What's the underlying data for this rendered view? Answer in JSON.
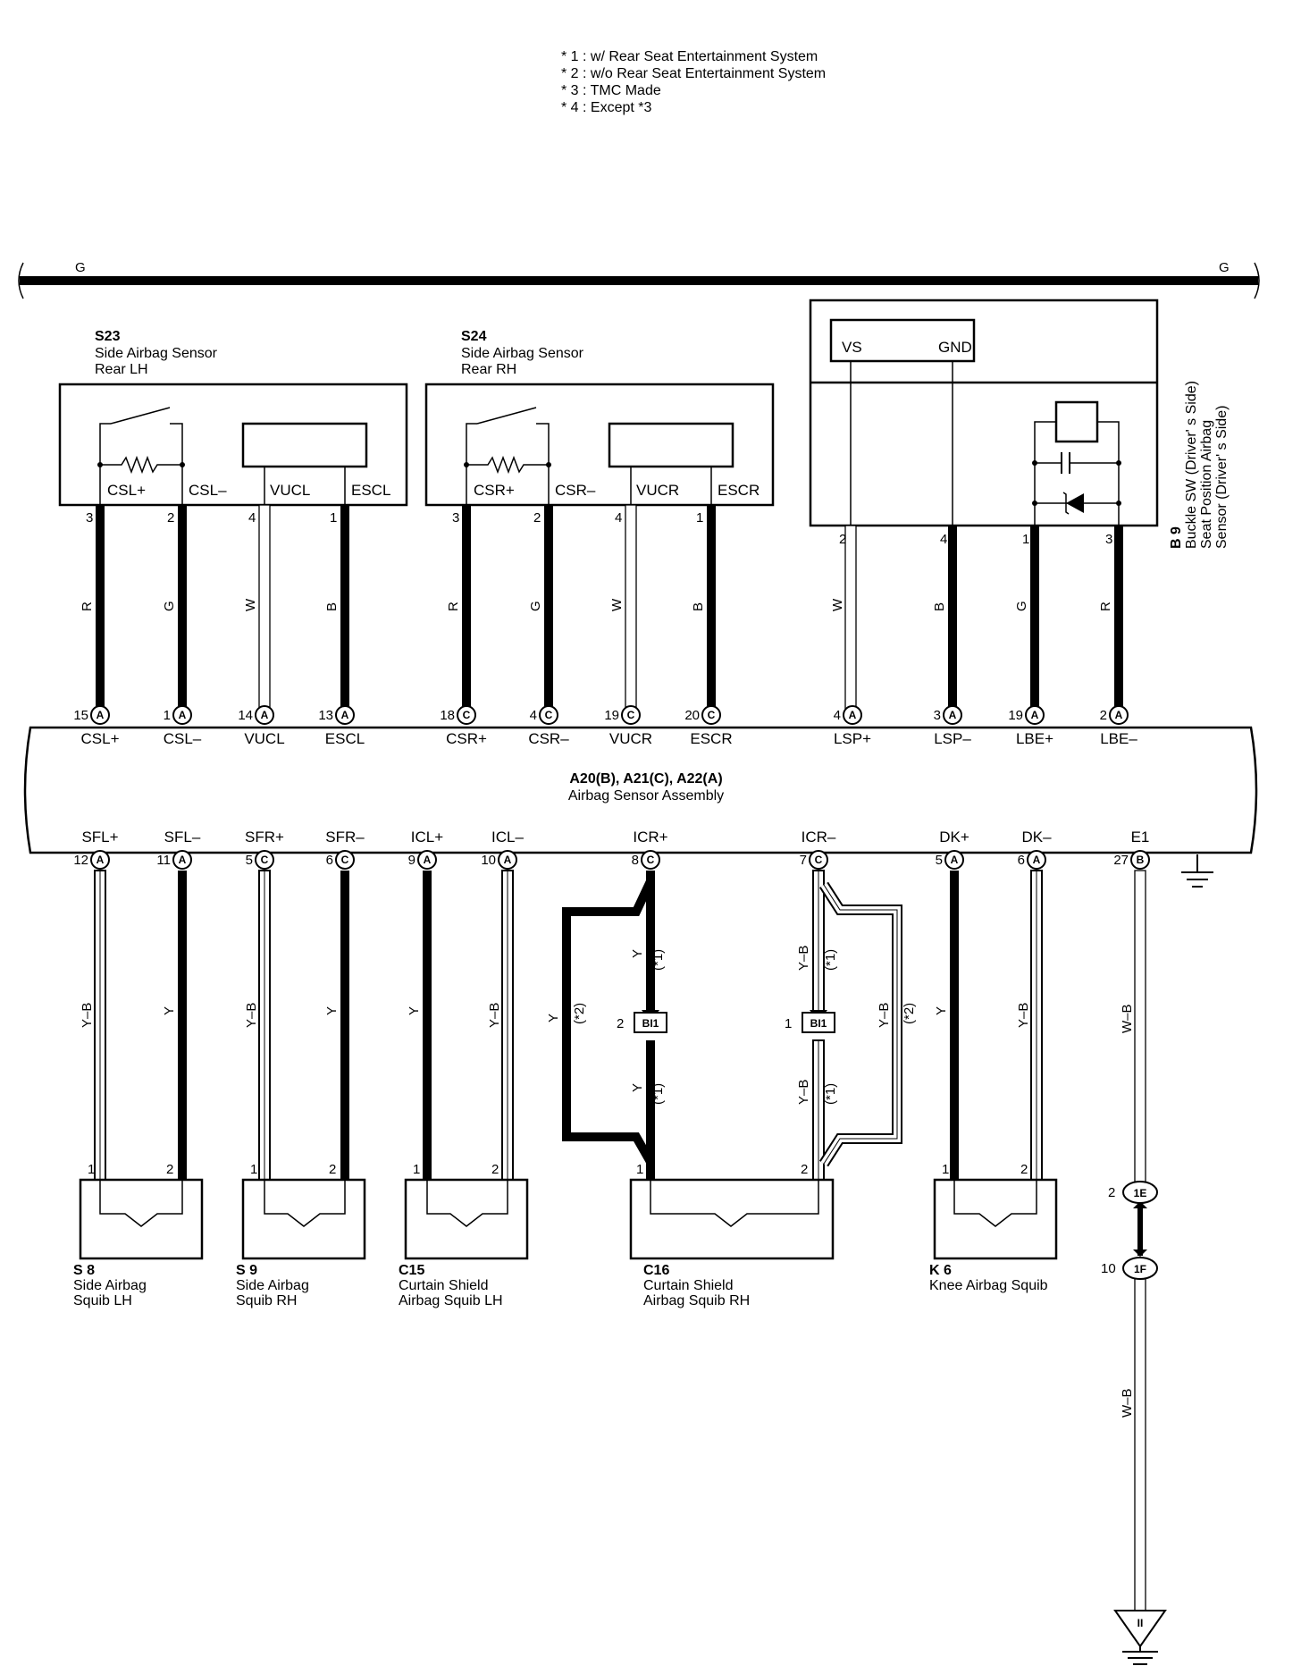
{
  "notes": [
    "* 1 : w/ Rear Seat Entertainment System",
    "* 2 : w/o Rear Seat Entertainment System",
    "* 3 : TMC Made",
    "* 4 : Except *3"
  ],
  "bus": {
    "left_label": "G",
    "right_label": "G"
  },
  "sensors": {
    "s23": {
      "code": "S23",
      "line1": "Side Airbag Sensor",
      "line2": "Rear LH",
      "pins": [
        "CSL+",
        "CSL–",
        "VUCL",
        "ESCL"
      ],
      "pin_numbers": [
        "3",
        "2",
        "4",
        "1"
      ],
      "wire_colors": [
        "R",
        "G",
        "W",
        "B"
      ]
    },
    "s24": {
      "code": "S24",
      "line1": "Side Airbag Sensor",
      "line2": "Rear RH",
      "pins": [
        "CSR+",
        "CSR–",
        "VUCR",
        "ESCR"
      ],
      "pin_numbers": [
        "3",
        "2",
        "4",
        "1"
      ],
      "wire_colors": [
        "R",
        "G",
        "W",
        "B"
      ]
    },
    "b9": {
      "code": "B 9",
      "line1": "Buckle SW (Driver' s Side)",
      "line2": "Seat Position Airbag",
      "line3": "Sensor (Driver' s Side)",
      "vs": "VS",
      "gnd": "GND",
      "pin_numbers": [
        "2",
        "4",
        "1",
        "3"
      ],
      "wire_colors": [
        "W",
        "B",
        "G",
        "R"
      ]
    }
  },
  "assembly": {
    "title": "A20(B), A21(C), A22(A)",
    "subtitle": "Airbag Sensor Assembly",
    "top_pins": [
      {
        "num": "15",
        "conn": "A",
        "label": "CSL+"
      },
      {
        "num": "1",
        "conn": "A",
        "label": "CSL–"
      },
      {
        "num": "14",
        "conn": "A",
        "label": "VUCL"
      },
      {
        "num": "13",
        "conn": "A",
        "label": "ESCL"
      },
      {
        "num": "18",
        "conn": "C",
        "label": "CSR+"
      },
      {
        "num": "4",
        "conn": "C",
        "label": "CSR–"
      },
      {
        "num": "19",
        "conn": "C",
        "label": "VUCR"
      },
      {
        "num": "20",
        "conn": "C",
        "label": "ESCR"
      },
      {
        "num": "4",
        "conn": "A",
        "label": "LSP+"
      },
      {
        "num": "3",
        "conn": "A",
        "label": "LSP–"
      },
      {
        "num": "19",
        "conn": "A",
        "label": "LBE+"
      },
      {
        "num": "2",
        "conn": "A",
        "label": "LBE–"
      }
    ],
    "bottom_pins": [
      {
        "num": "12",
        "conn": "A",
        "label": "SFL+"
      },
      {
        "num": "11",
        "conn": "A",
        "label": "SFL–"
      },
      {
        "num": "5",
        "conn": "C",
        "label": "SFR+"
      },
      {
        "num": "6",
        "conn": "C",
        "label": "SFR–"
      },
      {
        "num": "9",
        "conn": "A",
        "label": "ICL+"
      },
      {
        "num": "10",
        "conn": "A",
        "label": "ICL–"
      },
      {
        "num": "8",
        "conn": "C",
        "label": "ICR+"
      },
      {
        "num": "7",
        "conn": "C",
        "label": "ICR–"
      },
      {
        "num": "5",
        "conn": "A",
        "label": "DK+"
      },
      {
        "num": "6",
        "conn": "A",
        "label": "DK–"
      },
      {
        "num": "27",
        "conn": "B",
        "label": "E1"
      }
    ]
  },
  "lower_wires": {
    "colors": [
      "Y–B",
      "Y",
      "Y–B",
      "Y",
      "Y",
      "Y–B",
      "Y",
      "Y–B",
      "Y",
      "Y–B",
      "W–B"
    ],
    "icr_plus": {
      "upper_color": "Y",
      "upper_note": "(*1)",
      "lower_color": "Y",
      "lower_note": "(*1)",
      "bypass_color": "Y",
      "bypass_note": "(*2)",
      "junction_pin": "2",
      "junction": "BI1"
    },
    "icr_minus": {
      "upper_color": "Y–B",
      "upper_note": "(*1)",
      "lower_color": "Y–B",
      "lower_note": "(*1)",
      "bypass_color": "Y–B",
      "bypass_note": "(*2)",
      "junction_pin": "1",
      "junction": "BI1"
    },
    "ground_wire": {
      "connector1_pin": "2",
      "connector1": "1E",
      "connector2_pin": "10",
      "connector2": "1F",
      "color": "W–B",
      "ground_label": "II"
    }
  },
  "squibs": [
    {
      "code": "S 8",
      "line1": "Side Airbag",
      "line2": "Squib LH",
      "pins": [
        "1",
        "2"
      ]
    },
    {
      "code": "S 9",
      "line1": "Side Airbag",
      "line2": "Squib RH",
      "pins": [
        "1",
        "2"
      ]
    },
    {
      "code": "C15",
      "line1": "Curtain Shield",
      "line2": "Airbag Squib LH",
      "pins": [
        "1",
        "2"
      ]
    },
    {
      "code": "C16",
      "line1": "Curtain Shield",
      "line2": "Airbag Squib RH",
      "pins": [
        "1",
        "2"
      ]
    },
    {
      "code": "K 6",
      "line1": "Knee Airbag Squib",
      "pins": [
        "1",
        "2"
      ]
    }
  ]
}
